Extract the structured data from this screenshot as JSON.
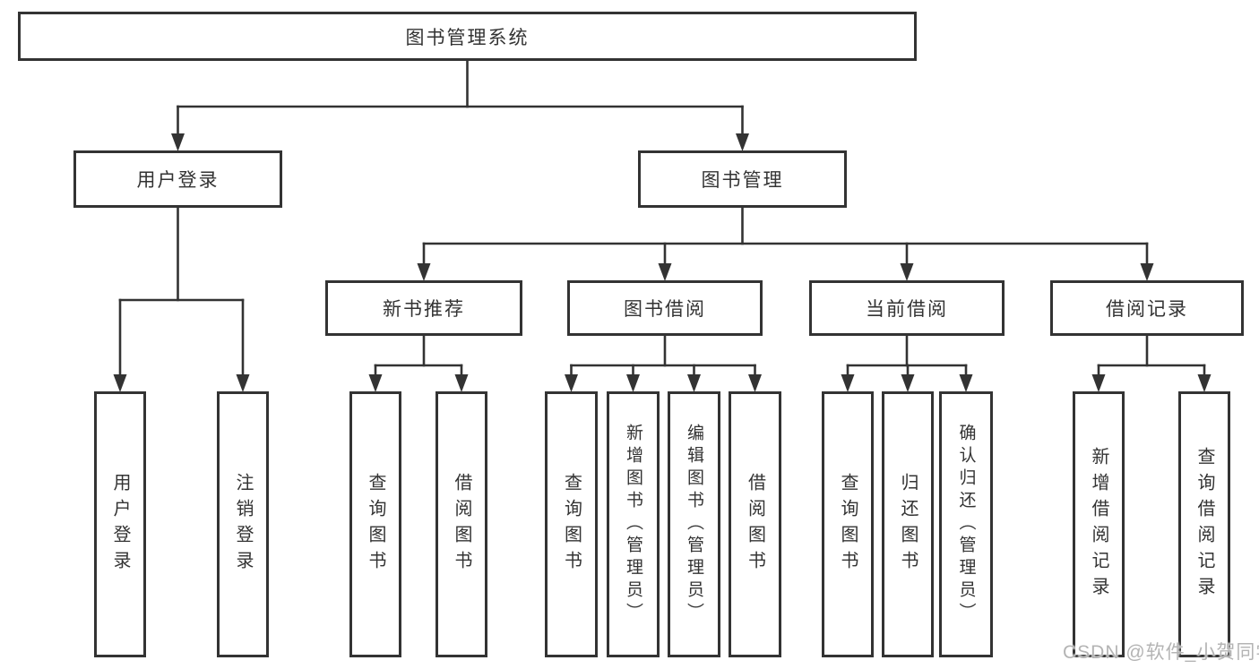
{
  "diagram": {
    "title": "图书管理系统",
    "nodes": [
      {
        "id": "root",
        "label": "图书管理系统"
      },
      {
        "id": "user-login",
        "label": "用户登录"
      },
      {
        "id": "book-management",
        "label": "图书管理"
      },
      {
        "id": "new-book-recommend",
        "label": "新书推荐"
      },
      {
        "id": "book-borrowing",
        "label": "图书借阅"
      },
      {
        "id": "current-borrowing",
        "label": "当前借阅"
      },
      {
        "id": "borrowing-records",
        "label": "借阅记录"
      },
      {
        "id": "leaf-user-login",
        "label": "用户登录"
      },
      {
        "id": "leaf-logout",
        "label": "注销登录"
      },
      {
        "id": "leaf-query-book-recommend",
        "label": "查询图书"
      },
      {
        "id": "leaf-borrow-book-recommend",
        "label": "借阅图书"
      },
      {
        "id": "leaf-query-book-borrow",
        "label": "查询图书"
      },
      {
        "id": "leaf-add-book-admin",
        "label": "新增图书（管理员）"
      },
      {
        "id": "leaf-edit-book-admin",
        "label": "编辑图书（管理员）"
      },
      {
        "id": "leaf-borrow-book",
        "label": "借阅图书"
      },
      {
        "id": "leaf-query-book-current",
        "label": "查询图书"
      },
      {
        "id": "leaf-return-book",
        "label": "归还图书"
      },
      {
        "id": "leaf-confirm-return-admin",
        "label": "确认归还（管理员）"
      },
      {
        "id": "leaf-add-borrow-record",
        "label": "新增借阅记录"
      },
      {
        "id": "leaf-query-borrow-record",
        "label": "查询借阅记录"
      }
    ]
  },
  "watermark": {
    "text": "CSDN @软件_小贺同学"
  },
  "colors": {
    "line": "#333333",
    "border": "#333333",
    "text": "#333333",
    "background": "#ffffff",
    "watermark": "#b4b4b4"
  }
}
